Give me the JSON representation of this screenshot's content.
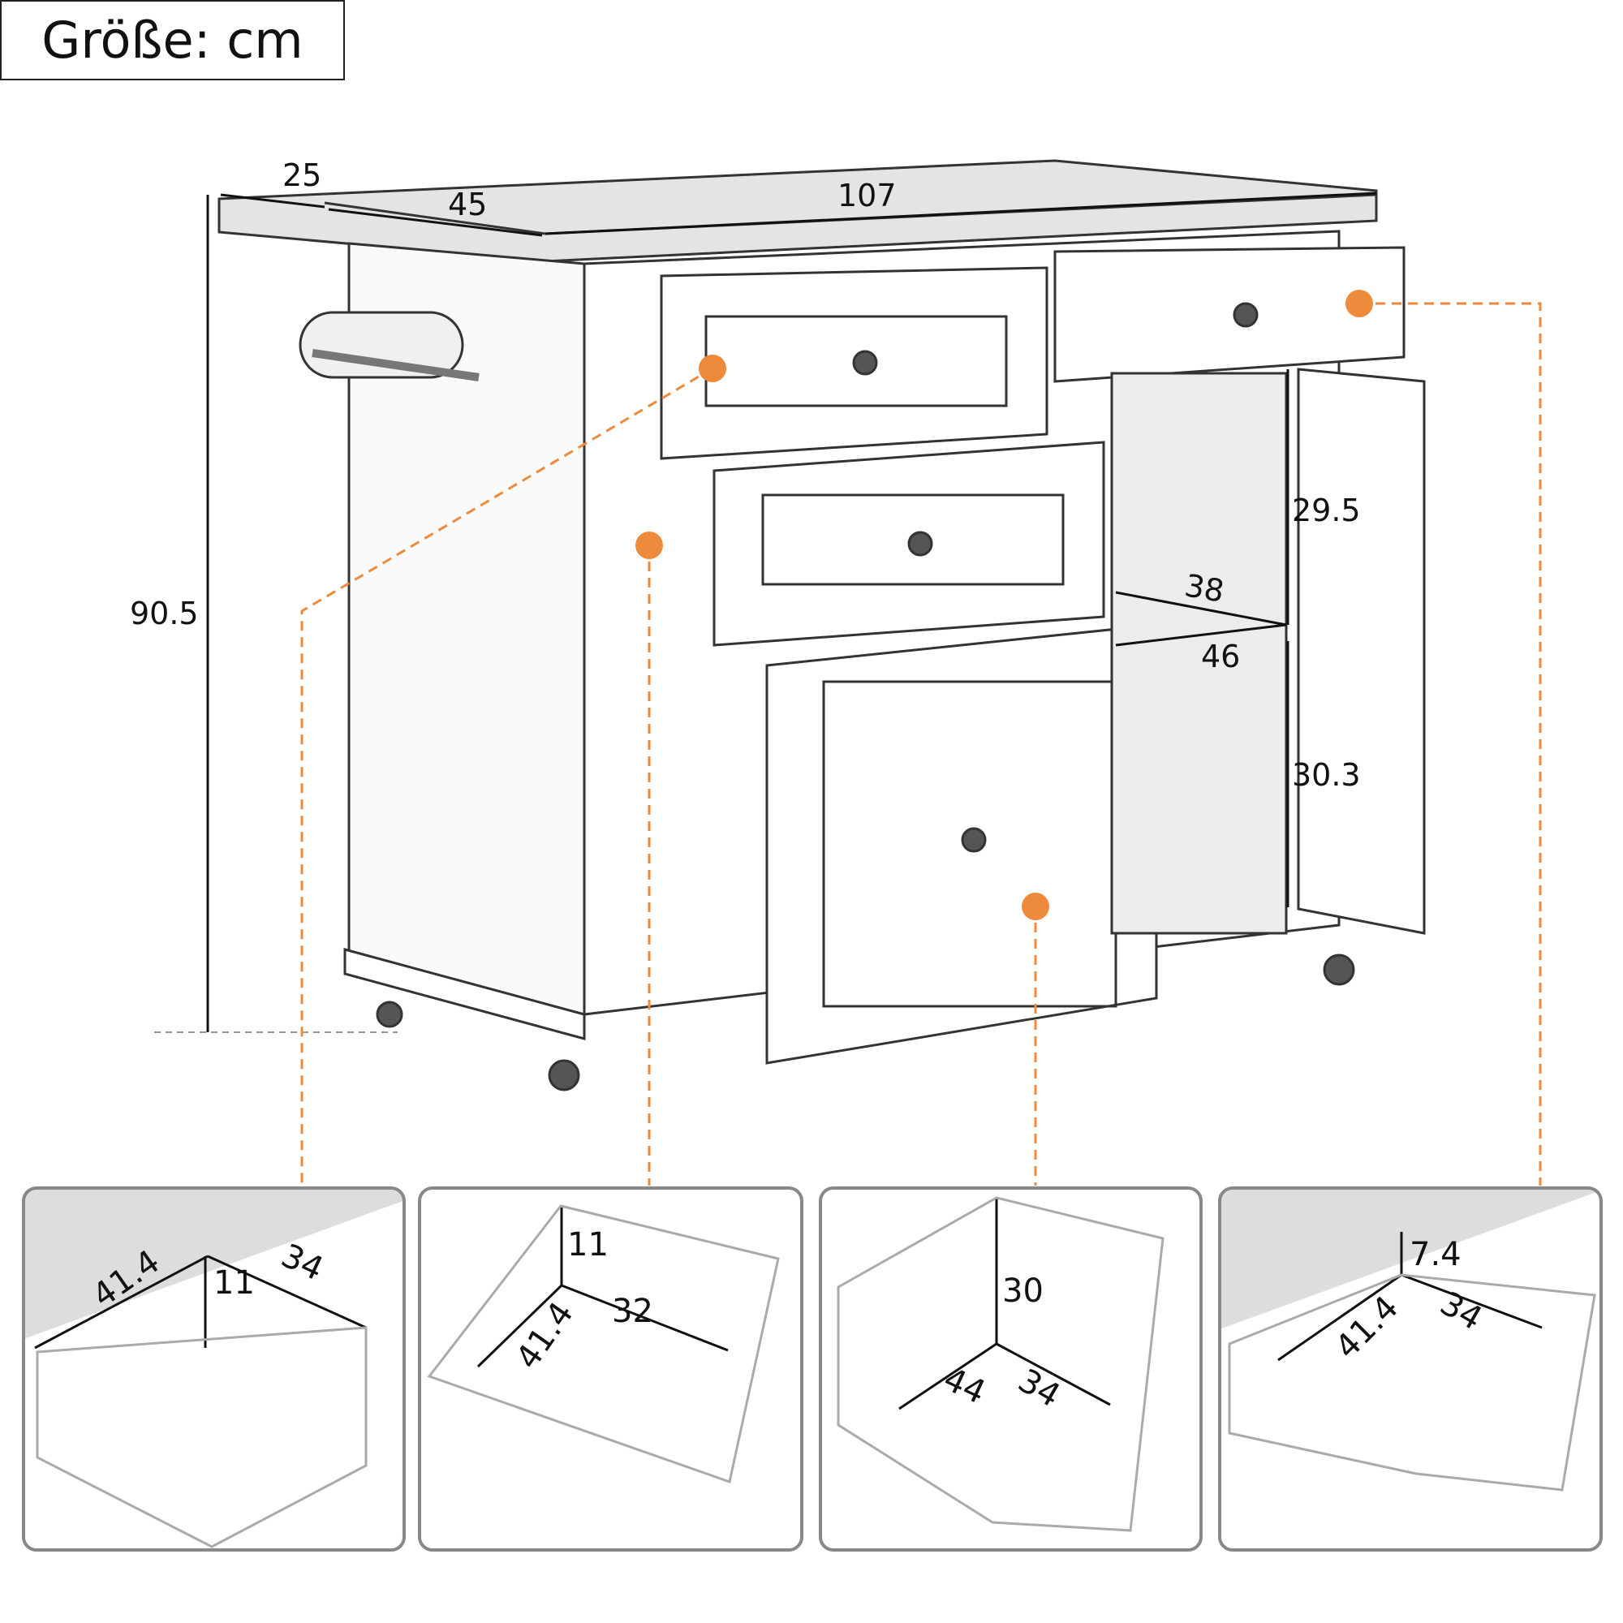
{
  "title": "Größe: cm",
  "main_dimensions": {
    "extension_depth": "25",
    "depth": "45",
    "width": "107",
    "height": "90.5",
    "cabinet_upper_height": "29.5",
    "cabinet_shelf_depth": "38",
    "cabinet_width": "46",
    "cabinet_lower_height": "30.3"
  },
  "detail_panels": [
    {
      "name": "wine-rack-drawer",
      "labels": [
        "41.4",
        "11",
        "34"
      ]
    },
    {
      "name": "middle-drawer",
      "labels": [
        "11",
        "32",
        "41.4"
      ]
    },
    {
      "name": "bottom-drawer",
      "labels": [
        "30",
        "44",
        "34"
      ]
    },
    {
      "name": "top-right-drawer",
      "labels": [
        "7.4",
        "41.4",
        "34"
      ]
    }
  ],
  "colors": {
    "accent": "#EE8A3C",
    "line": "#222222",
    "panel_border": "#888888"
  }
}
